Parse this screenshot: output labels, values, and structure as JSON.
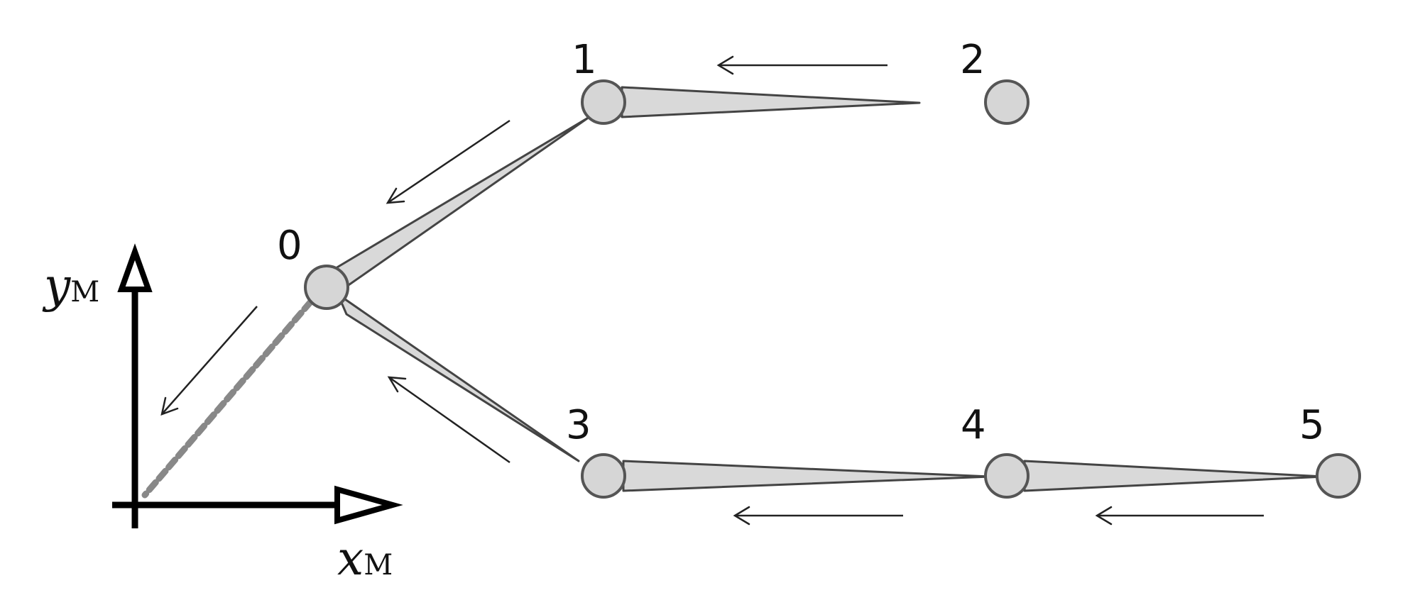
{
  "nodes": [
    {
      "id": "0",
      "label": "0"
    },
    {
      "id": "1",
      "label": "1"
    },
    {
      "id": "2",
      "label": "2"
    },
    {
      "id": "3",
      "label": "3"
    },
    {
      "id": "4",
      "label": "4"
    },
    {
      "id": "5",
      "label": "5"
    }
  ],
  "links": [
    {
      "from": "1",
      "to": "0"
    },
    {
      "from": "2",
      "to": "1"
    },
    {
      "from": "3",
      "to": "0"
    },
    {
      "from": "4",
      "to": "3"
    },
    {
      "from": "5",
      "to": "4"
    }
  ],
  "root_link": {
    "from": "0",
    "to": "origin",
    "style": "dashed"
  },
  "axes": {
    "x": {
      "symbol": "x",
      "subscript": "M"
    },
    "y": {
      "symbol": "y",
      "subscript": "M"
    }
  },
  "colors": {
    "joint_fill": "#d6d6d6",
    "link_fill": "#d9d9d9",
    "root_link": "#888888",
    "axis": "#000000"
  }
}
